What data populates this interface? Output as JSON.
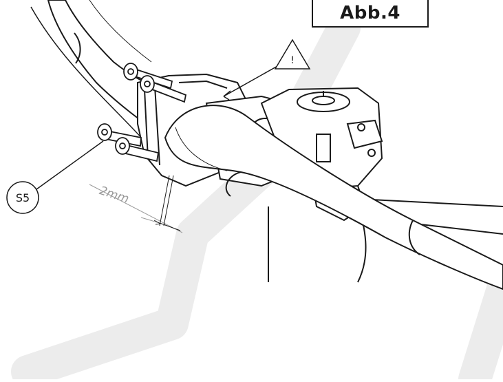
{
  "figure": {
    "label": "Abb.4"
  },
  "callouts": {
    "warning_symbol": "!",
    "part_label": "S5",
    "dimension": "2mm"
  },
  "colors": {
    "line": "#1a1a1a",
    "watermark": "#ececec",
    "dimension": "#9a9a9a"
  },
  "icons": {
    "warning": "warning-triangle-icon"
  }
}
